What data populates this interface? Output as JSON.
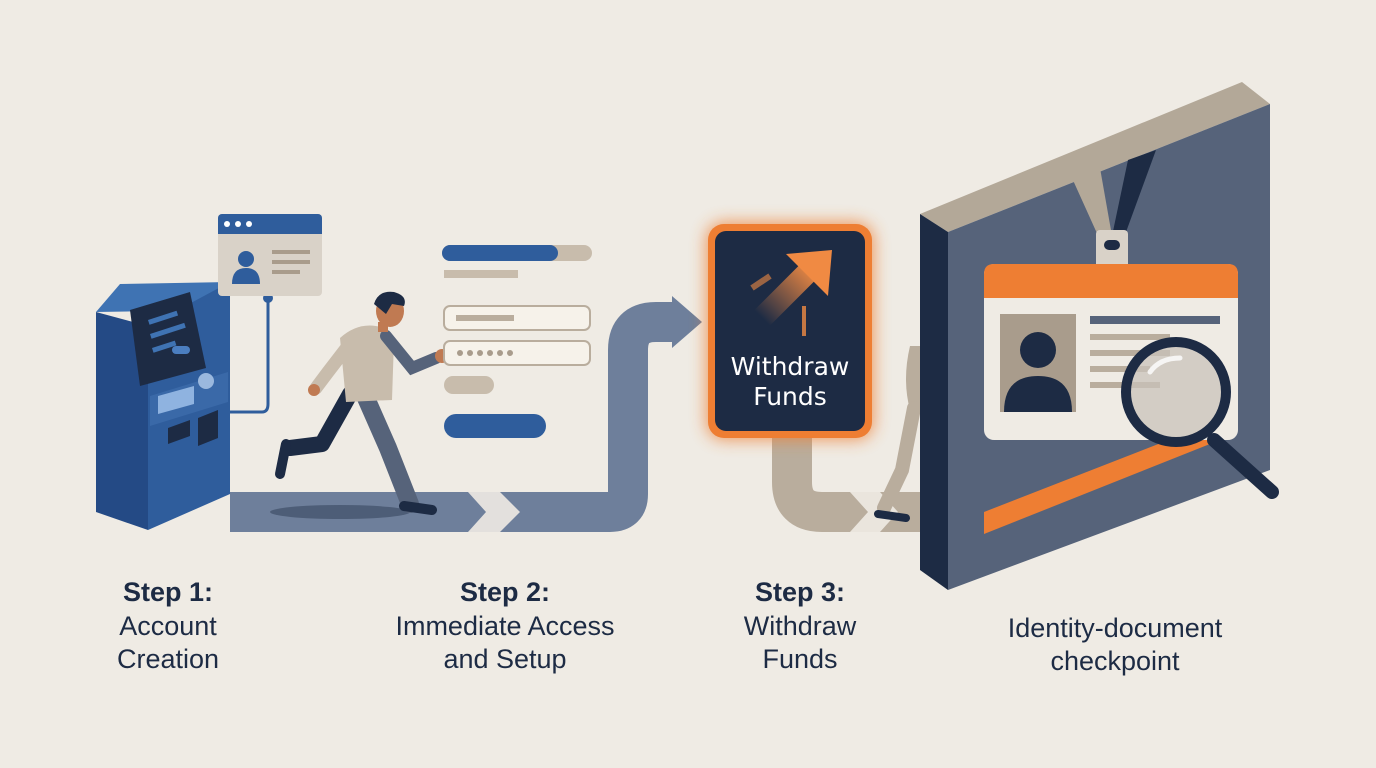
{
  "colors": {
    "background": "#efebe4",
    "navy": "#1d2b44",
    "blue": "#2f5d9c",
    "slate": "#56637a",
    "path_blue": "#6e7f9b",
    "tan": "#b9ad9d",
    "orange": "#ee7e33"
  },
  "card": {
    "label": "Withdraw\nFunds"
  },
  "steps": [
    {
      "number": "Step 1:",
      "label": "Account\nCreation"
    },
    {
      "number": "Step 2:",
      "label": "Immediate Access\nand Setup"
    },
    {
      "number": "Step 3:",
      "label": "Withdraw\nFunds"
    },
    {
      "number": "",
      "label": "Identity-document\ncheckpoint"
    }
  ],
  "icons": [
    "kiosk-terminal-icon",
    "profile-window-icon",
    "running-person-icon",
    "login-form-icon",
    "arrow-up-right-icon",
    "id-badge-icon",
    "magnifier-icon"
  ]
}
